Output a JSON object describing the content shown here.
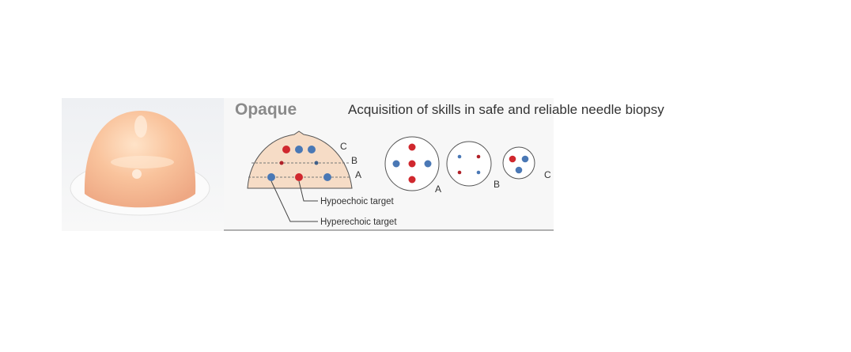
{
  "panel": {
    "product_label": "Opaque",
    "headline": "Acquisition of skills in safe and reliable needle biopsy"
  },
  "cross_section": {
    "layer_labels": [
      "C",
      "B",
      "A"
    ],
    "legend": {
      "hypoechoic": "Hypoechoic target",
      "hyperechoic": "Hyperechoic target"
    }
  },
  "slices": [
    {
      "label": "A"
    },
    {
      "label": "B"
    },
    {
      "label": "C"
    }
  ],
  "colors": {
    "hypoechoic": "#d0282e",
    "hyperechoic": "#4a78b5",
    "tissue": "#f6dcc6",
    "panel_bg": "#f7f7f7"
  }
}
